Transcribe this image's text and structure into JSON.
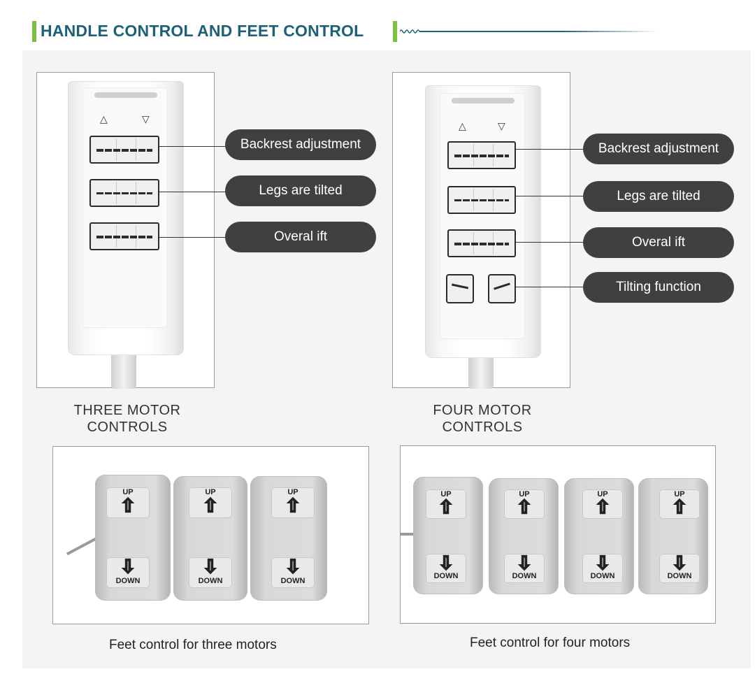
{
  "header": {
    "title": "HANDLE CONTROL AND FEET CONTROL"
  },
  "remotes": {
    "three": {
      "caption_line1": "THREE MOTOR",
      "caption_line2": "CONTROLS",
      "labels": [
        "Backrest adjustment",
        "Legs are tilted",
        "Overal ift"
      ]
    },
    "four": {
      "caption_line1": "FOUR MOTOR",
      "caption_line2": "CONTROLS",
      "labels": [
        "Backrest adjustment",
        "Legs are tilted",
        "Overal ift",
        "Tilting function"
      ]
    }
  },
  "feet": {
    "three": {
      "caption": "Feet control for three motors"
    },
    "four": {
      "caption": "Feet control for four motors"
    },
    "up_label": "UP",
    "down_label": "DOWN"
  },
  "icons": {
    "up_triangle": "△",
    "down_triangle": "▽",
    "up_arrow": "⇧",
    "down_arrow": "⇩"
  },
  "colors": {
    "title": "#1d6179",
    "accent": "#7bc142",
    "pill": "#404040"
  }
}
